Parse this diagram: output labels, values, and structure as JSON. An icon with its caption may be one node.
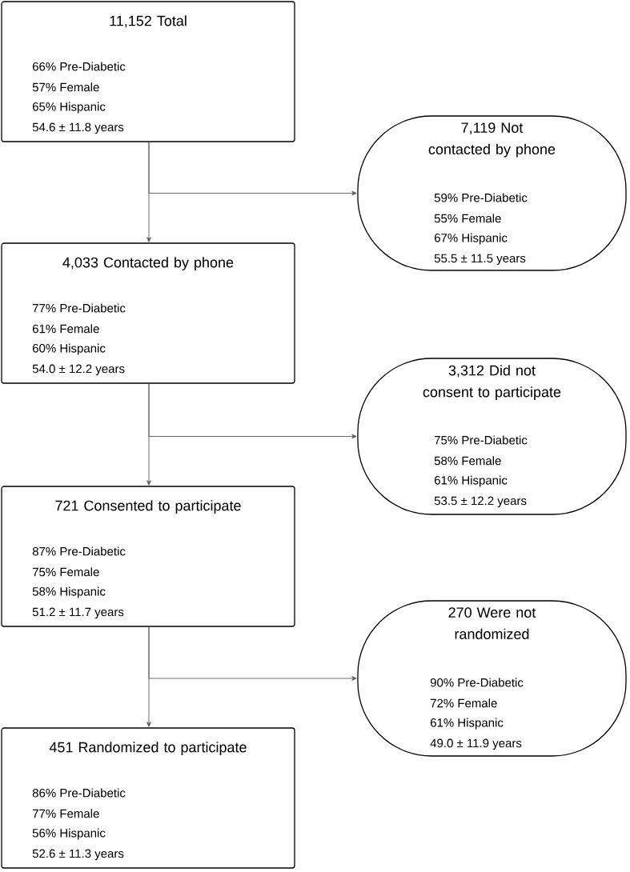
{
  "diagram": {
    "nodes": [
      {
        "text": [
          "11,152 Total",
          "66% Pre-Diabetic",
          "57% Female",
          "65% Hispanic",
          "54.6 ± 11.8 years"
        ]
      },
      {
        "text": [
          "7,119 Not contacted by phone",
          "59% Pre-Diabetic",
          "55% Female",
          "67% Hispanic",
          "55.5 ± 11.5 years"
        ]
      },
      {
        "text": [
          "4,033 Contacted by phone",
          "77% Pre-Diabetic",
          "61% Female",
          "60% Hispanic",
          "54.0 ± 12.2 years"
        ]
      },
      {
        "text": [
          "3,312 Did not consent to participate",
          "75% Pre-Diabetic",
          "58% Female",
          "61% Hispanic",
          "53.5 ± 12.2 years"
        ]
      },
      {
        "text": [
          "721 Consented to participate",
          "87% Pre-Diabetic",
          "75% Female",
          "58% Hispanic",
          "51.2 ± 11.7 years"
        ]
      },
      {
        "text": [
          "270 Were not randomized",
          "90% Pre-Diabetic",
          "72% Female",
          "61% Hispanic",
          "49.0 ± 11.9 years"
        ]
      },
      {
        "text": [
          "451 Randomized to participate",
          "86% Pre-Diabetic",
          "77% Female",
          "56% Hispanic",
          "52.6 ± 11.3 years"
        ]
      }
    ],
    "edges": [
      {
        "from": 0,
        "to": 1,
        "arrow": "to"
      },
      {
        "from": 0,
        "to": 2,
        "arrow": "to"
      },
      {
        "from": 2,
        "to": 3,
        "arrow": "to"
      },
      {
        "from": 2,
        "to": 4,
        "arrow": "to"
      },
      {
        "from": 4,
        "to": 5,
        "arrow": "to"
      },
      {
        "from": 4,
        "to": 6,
        "arrow": "to"
      }
    ]
  }
}
